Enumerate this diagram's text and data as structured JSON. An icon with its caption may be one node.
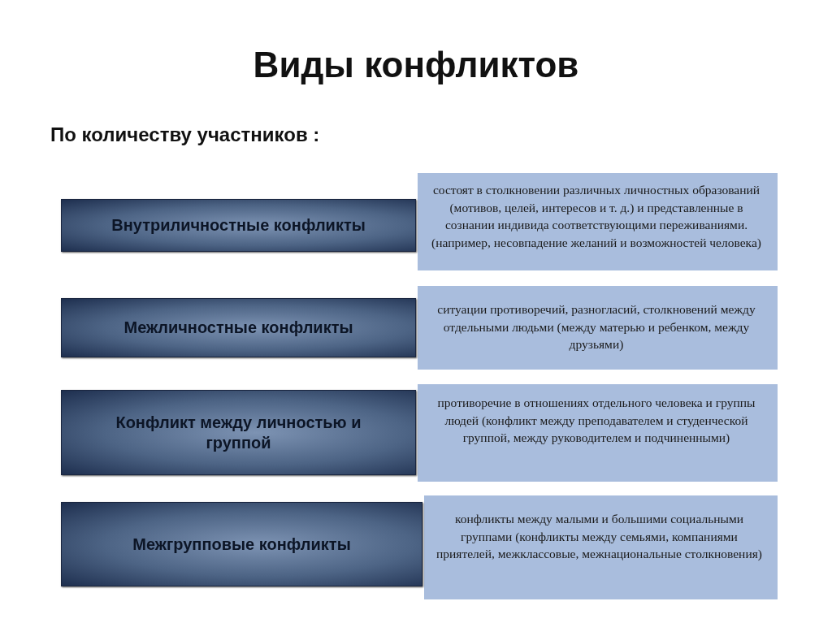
{
  "diagram": {
    "title": "Виды конфликтов",
    "nodes": [
      {
        "text": [
          "Внутриличностные конфликты"
        ]
      },
      {
        "text": [
          "состоят в столкновении различных личностных образований  (мотивов, целей, интересов и т. д.) и представленные в сознании индивида соответствующими переживаниями. (например, несовпадение желаний и возможностей человека)"
        ]
      },
      {
        "text": [
          "Межличностные конфликты"
        ]
      },
      {
        "text": [
          "ситуации противоречий, разногласий, столкновений между отдельными людьми (между матерью и ребенком, между друзьями)"
        ]
      },
      {
        "text": [
          "Конфликт между личностью и группой"
        ]
      },
      {
        "text": [
          "противоречие в отношениях отдельного человека и группы людей (конфликт между преподавателем и студенческой группой, между руководителем и подчиненными)"
        ]
      },
      {
        "text": [
          "Межгрупповые конфликты"
        ]
      },
      {
        "text": [
          "конфликты между малыми и большими социальными группами  (конфликты между семьями, компаниями приятелей, межклассовые, межнациональные столкновения)"
        ]
      }
    ],
    "labels": [
      "По количеству участников :"
    ]
  }
}
